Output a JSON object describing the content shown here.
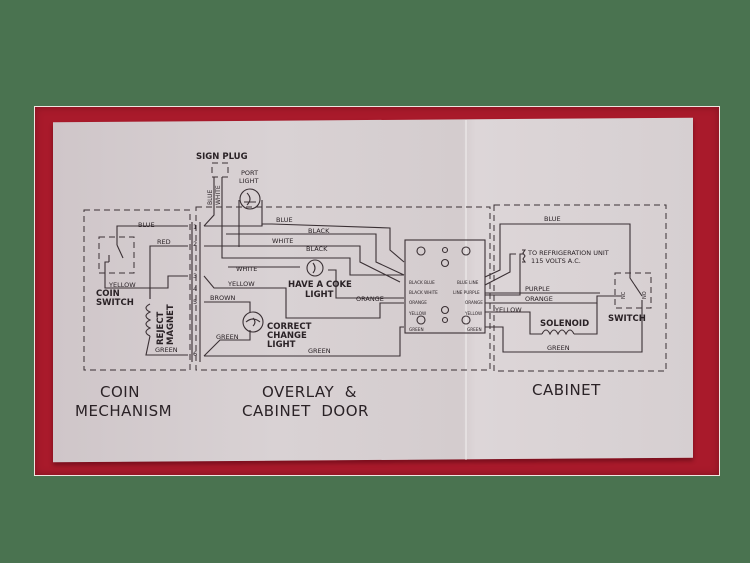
{
  "diagram": {
    "title": "Coin mechanism / Overlay & Cabinet Door / Cabinet wiring diagram",
    "colors": {
      "background": "#4a7350",
      "board": "#a91a2b",
      "sheet": "#d6cfd1",
      "ink": "#2a2226"
    },
    "sections": {
      "coin": {
        "line1": "COIN",
        "line2": "MECHANISM"
      },
      "door": {
        "line1": "OVERLAY  &",
        "line2": "CABINET  DOOR"
      },
      "cabinet": {
        "line1": "CABINET"
      }
    },
    "components": {
      "sign_plug": "SIGN PLUG",
      "port_light": {
        "line1": "PORT",
        "line2": "LIGHT"
      },
      "coke_light": {
        "line1": "HAVE A COKE",
        "line2": "LIGHT"
      },
      "change_light": {
        "line1": "CORRECT",
        "line2": "CHANGE",
        "line3": "LIGHT"
      },
      "coin_switch": {
        "line1": "COIN",
        "line2": "SWITCH"
      },
      "reject_magnet": {
        "line1": "REJECT",
        "line2": "MAGNET"
      },
      "solenoid": "SOLENOID",
      "switch": "SWITCH",
      "switch_nc": "NC",
      "switch_no": "NO",
      "refrigeration": {
        "line1": "TO REFRIGERATION UNIT",
        "line2": "115 VOLTS A.C."
      }
    },
    "terminals": [
      "1",
      "2",
      "3",
      "4",
      "5",
      "6"
    ],
    "wire_labels": {
      "sign_blue": "BLUE",
      "sign_white": "WHITE",
      "coin_blue": "BLUE",
      "coin_red": "RED",
      "coin_yellow": "YELLOW",
      "coin_green": "GREEN",
      "door_blue": "BLUE",
      "door_black1": "BLACK",
      "door_white": "WHITE",
      "door_black2": "BLACK",
      "door_white2": "WHITE",
      "door_yellow": "YELLOW",
      "door_orange": "ORANGE",
      "door_brown": "BROWN",
      "door_green1": "GREEN",
      "door_green2": "GREEN",
      "cab_blue": "BLUE",
      "cab_purple": "PURPLE",
      "cab_orange": "ORANGE",
      "cab_yellow": "YELLOW",
      "cab_green": "GREEN"
    },
    "junction_box": {
      "rows": [
        {
          "left": "BLACK  BLUE",
          "right": "BLUE  LINE"
        },
        {
          "left": "BLACK  WHITE",
          "right": "LINE  PURPLE"
        },
        {
          "left": "ORANGE",
          "right": "ORANGE"
        },
        {
          "left": "YELLOW",
          "right": "YELLOW"
        },
        {
          "left": "GREEN",
          "right": "GREEN"
        }
      ]
    }
  }
}
